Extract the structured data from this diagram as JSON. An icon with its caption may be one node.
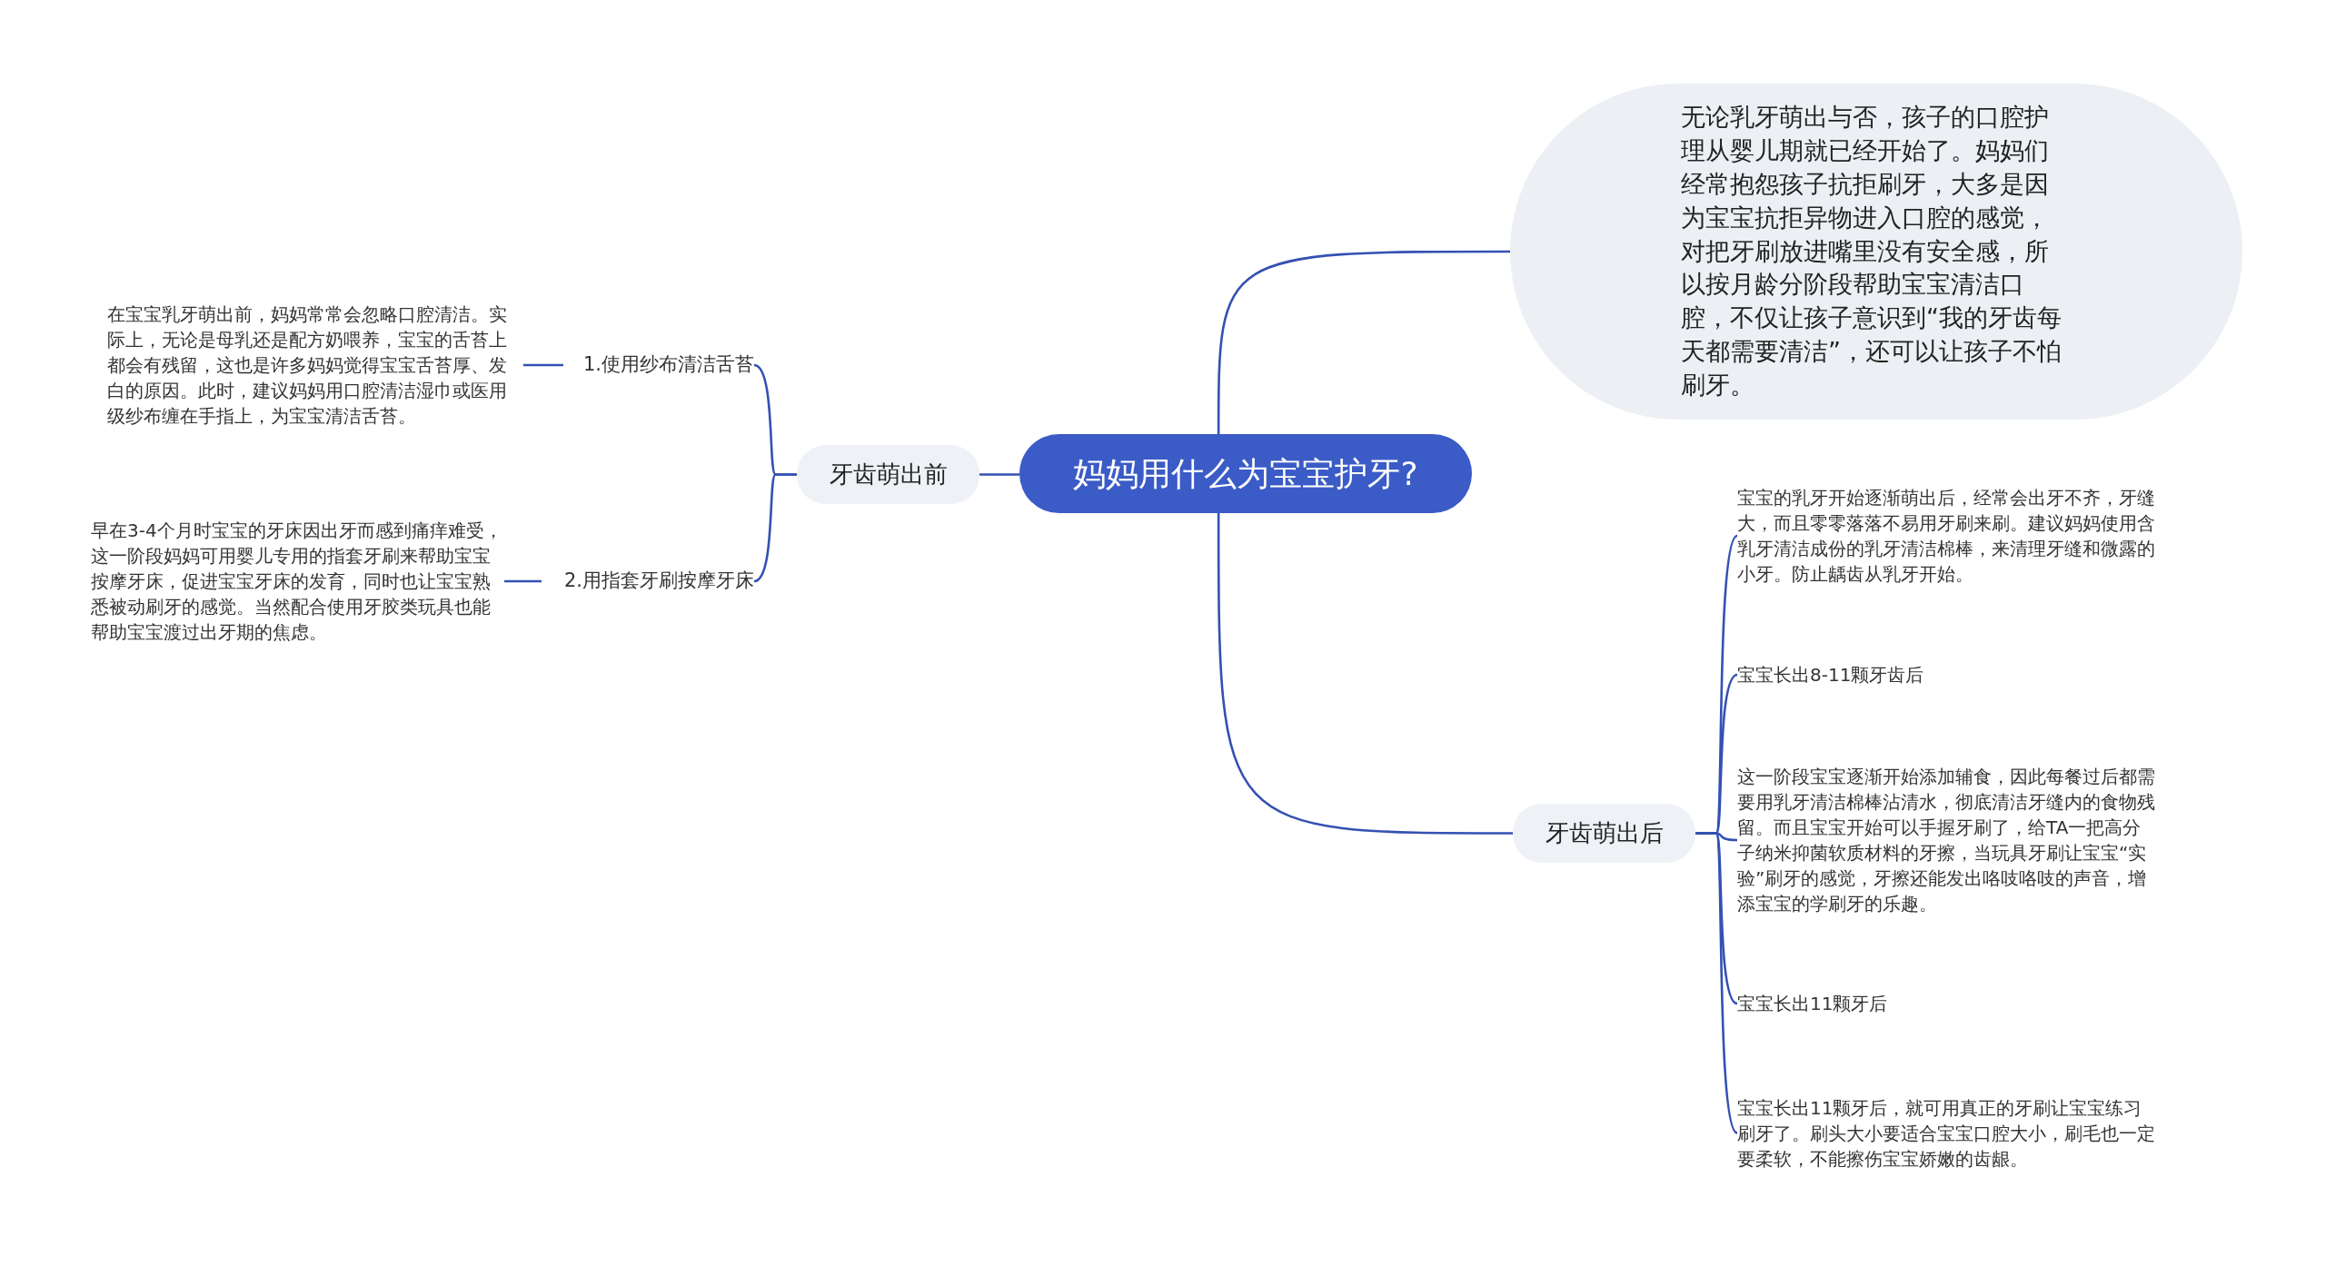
{
  "diagram": {
    "nodes": [
      {
        "text": [
          "妈妈用什么为宝宝护牙?"
        ]
      },
      {
        "text": [
          "无论乳牙萌出与否，孩子的口腔护理从婴儿期就已经开始了。妈妈们经常抱怨孩子抗拒刷牙，大多是因为宝宝抗拒异物进入口腔的感觉，对把牙刷放进嘴里没有安全感，所以按月龄分阶段帮助宝宝清洁口腔，不仅让孩子意识到“我的牙齿每天都需要清洁”，还可以让孩子不怕刷牙。"
        ]
      },
      {
        "text": [
          "牙齿萌出前"
        ]
      },
      {
        "text": [
          "1.使用纱布清洁舌苔"
        ]
      },
      {
        "text": [
          "在宝宝乳牙萌出前，妈妈常常会忽略口腔清洁。实际上，无论是母乳还是配方奶喂养，宝宝的舌苔上都会有残留，这也是许多妈妈觉得宝宝舌苔厚、发白的原因。此时，建议妈妈用口腔清洁湿巾或医用级纱布缠在手指上，为宝宝清洁舌苔。"
        ]
      },
      {
        "text": [
          "2.用指套牙刷按摩牙床"
        ]
      },
      {
        "text": [
          "早在3-4个月时宝宝的牙床因出牙而感到痛痒难受，这一阶段妈妈可用婴儿专用的指套牙刷来帮助宝宝按摩牙床，促进宝宝牙床的发育，同时也让宝宝熟悉被动刷牙的感觉。当然配合使用牙胶类玩具也能帮助宝宝渡过出牙期的焦虑。"
        ]
      },
      {
        "text": [
          "牙齿萌出后"
        ]
      },
      {
        "text": [
          "宝宝的乳牙开始逐渐萌出后，经常会出牙不齐，牙缝大，而且零零落落不易用牙刷来刷。建议妈妈使用含乳牙清洁成份的乳牙清洁棉棒，来清理牙缝和微露的小牙。防止龋齿从乳牙开始。"
        ]
      },
      {
        "text": [
          "宝宝长出8-11颗牙齿后"
        ]
      },
      {
        "text": [
          "这一阶段宝宝逐渐开始添加辅食，因此每餐过后都需要用乳牙清洁棉棒沾清水，彻底清洁牙缝内的食物残留。而且宝宝开始可以手握牙刷了，给TA一把高分子纳米抑菌软质材料的牙擦，当玩具牙刷让宝宝“实验”刷牙的感觉，牙擦还能发出咯吱咯吱的声音，增添宝宝的学刷牙的乐趣。"
        ]
      },
      {
        "text": [
          "宝宝长出11颗牙后"
        ]
      },
      {
        "text": [
          "宝宝长出11颗牙后，就可用真正的牙刷让宝宝练习刷牙了。刷头大小要适合宝宝口腔大小，刷毛也一定要柔软，不能擦伤宝宝娇嫩的齿龈。"
        ]
      }
    ],
    "edges": [
      {
        "from": 0,
        "to": 1,
        "arrow": "none"
      },
      {
        "from": 0,
        "to": 2,
        "arrow": "none"
      },
      {
        "from": 2,
        "to": 3,
        "arrow": "none"
      },
      {
        "from": 3,
        "to": 4,
        "arrow": "none"
      },
      {
        "from": 2,
        "to": 5,
        "arrow": "none"
      },
      {
        "from": 5,
        "to": 6,
        "arrow": "none"
      },
      {
        "from": 0,
        "to": 7,
        "arrow": "none"
      },
      {
        "from": 7,
        "to": 8,
        "arrow": "none"
      },
      {
        "from": 7,
        "to": 9,
        "arrow": "none"
      },
      {
        "from": 7,
        "to": 10,
        "arrow": "none"
      },
      {
        "from": 7,
        "to": 11,
        "arrow": "none"
      },
      {
        "from": 7,
        "to": 12,
        "arrow": "none"
      }
    ]
  }
}
